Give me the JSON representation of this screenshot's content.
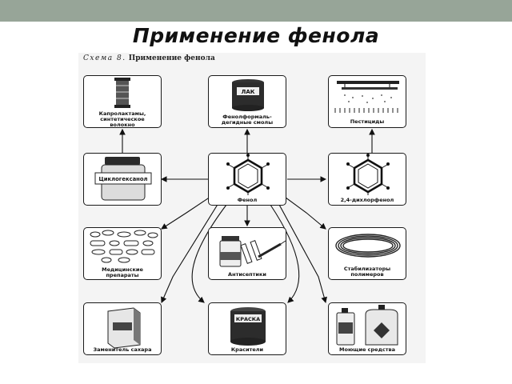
{
  "slide": {
    "title": "Применение  фенола"
  },
  "scheme": {
    "caption_number": "Схема 8.",
    "caption_title": "Применение фенола"
  },
  "boxes": {
    "caprolactam": {
      "line1": "Капролактамы,",
      "line2": "синтетическое",
      "line3": "волокно"
    },
    "resins": {
      "line1": "Фенолформаль-",
      "line2": "дегидные смолы",
      "jar_text": "ЛАК"
    },
    "pesticides": {
      "line1": "Пестициды"
    },
    "cyclohexanol": {
      "jar_text": "Циклогексанол"
    },
    "phenol": {
      "line1": "Фенол"
    },
    "dichlorophenol": {
      "line1": "2,4-дихлорфенол"
    },
    "medicines": {
      "line1": "Медицинские",
      "line2": "препараты"
    },
    "antiseptics": {
      "line1": "Антисептики"
    },
    "stabilizers": {
      "line1": "Стабилизаторы",
      "line2": "полимеров"
    },
    "sweetener": {
      "line1": "Заменитель сахара"
    },
    "dyes": {
      "line1": "Красители",
      "can_text": "КРАСКА"
    },
    "detergents": {
      "line1": "Моющие средства"
    }
  },
  "colors": {
    "top_band": "#97a598",
    "box_border": "#1a1a1a",
    "scheme_background": "#f4f4f4"
  },
  "icons": [
    "thread-spool-icon",
    "varnish-jar-icon",
    "crop-duster-plane-icon",
    "cyclohexanol-jar-icon",
    "benzene-ring-icon",
    "pills-icon",
    "medicine-bottle-syringe-icon",
    "hose-coil-icon",
    "sugar-box-icon",
    "paint-can-icon",
    "detergent-bottles-icon"
  ]
}
